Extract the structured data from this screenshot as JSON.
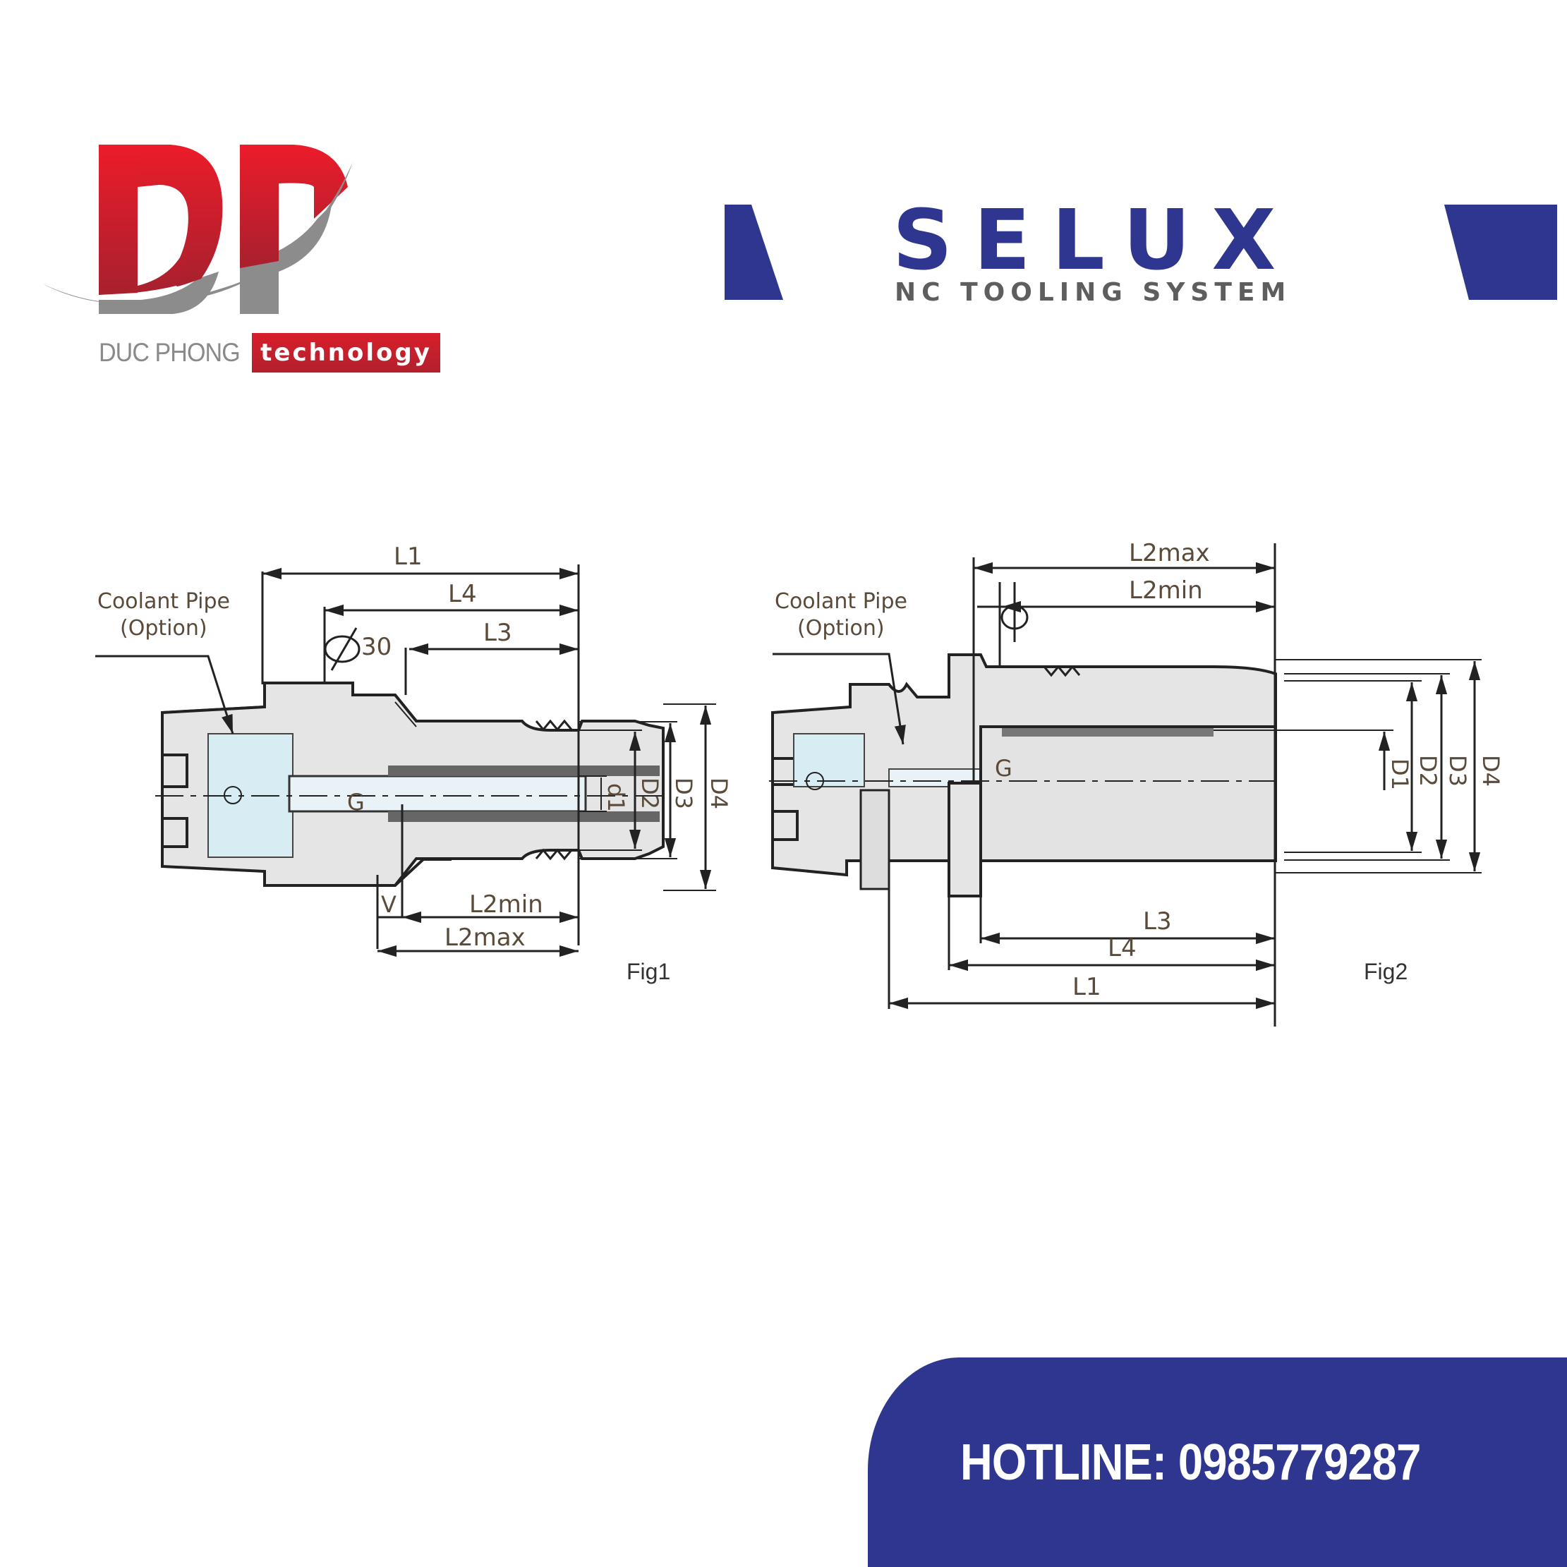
{
  "brand_left": {
    "logo_letters": "DP",
    "company_name": "DUC PHONG",
    "company_tagline": "technology",
    "colors": {
      "red": "#d71f2b",
      "gray": "#8a8a8a"
    }
  },
  "brand_right": {
    "name": "SELUX",
    "tagline": "NC TOOLING SYSTEM",
    "colors": {
      "blue": "#2e3690",
      "gray": "#5e5e5e"
    }
  },
  "figures": [
    {
      "id": "fig1",
      "caption": "Fig1",
      "callout": [
        "Coolant Pipe",
        "(Option)"
      ],
      "angle_label": "30",
      "labels": {
        "L1": "L1",
        "L4": "L4",
        "L3": "L3",
        "L2min": "L2min",
        "L2max": "L2max",
        "V": "V",
        "G": "G",
        "d1": "d1",
        "D2": "D2",
        "D3": "D3",
        "D4": "D4"
      }
    },
    {
      "id": "fig2",
      "caption": "Fig2",
      "callout": [
        "Coolant Pipe",
        "(Option)"
      ],
      "labels": {
        "L2max": "L2max",
        "L2min": "L2min",
        "L3": "L3",
        "L4": "L4",
        "L1": "L1",
        "G": "G",
        "D1": "D1",
        "D2": "D2",
        "D3": "D3",
        "D4": "D4"
      }
    }
  ],
  "hotline": {
    "text": "HOTLINE: 0985779287",
    "background": "#2e3690"
  }
}
